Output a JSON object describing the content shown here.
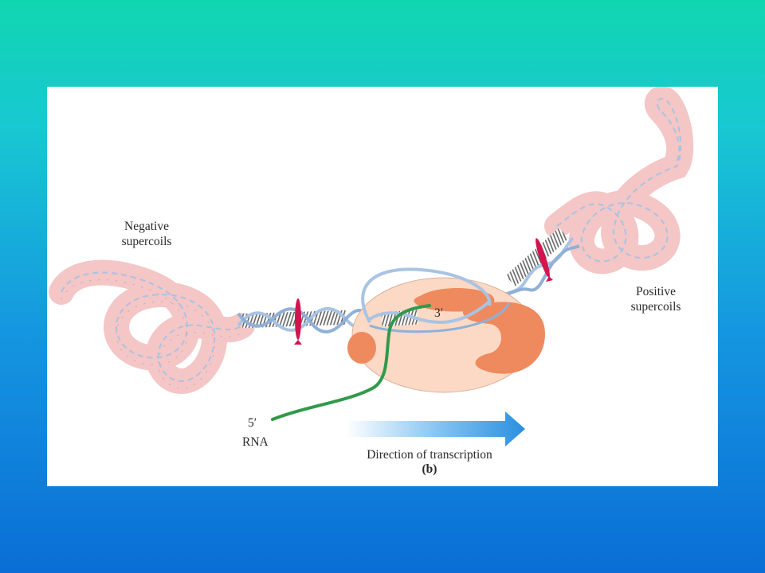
{
  "figure": {
    "labels": {
      "negative_supercoils_line1": "Negative",
      "negative_supercoils_line2": "supercoils",
      "positive_supercoils_line1": "Positive",
      "positive_supercoils_line2": "supercoils",
      "rna_5prime": "5′",
      "rna_3prime": "3′",
      "rna": "RNA",
      "direction_caption": "Direction of transcription",
      "panel_letter": "(b)"
    },
    "colors": {
      "background_top": "#10d6b0",
      "background_bottom": "#0a6ed6",
      "panel": "#ffffff",
      "supercoil_tube": "#f7caca",
      "dna_strand": "#a9c3e3",
      "polymerase_light": "#fbd9c5",
      "polymerase_dark": "#ee8a5e",
      "rna": "#2f9a4a",
      "rotation_arrow": "#d4144e",
      "direction_arrow": "#2a8fe0"
    }
  }
}
